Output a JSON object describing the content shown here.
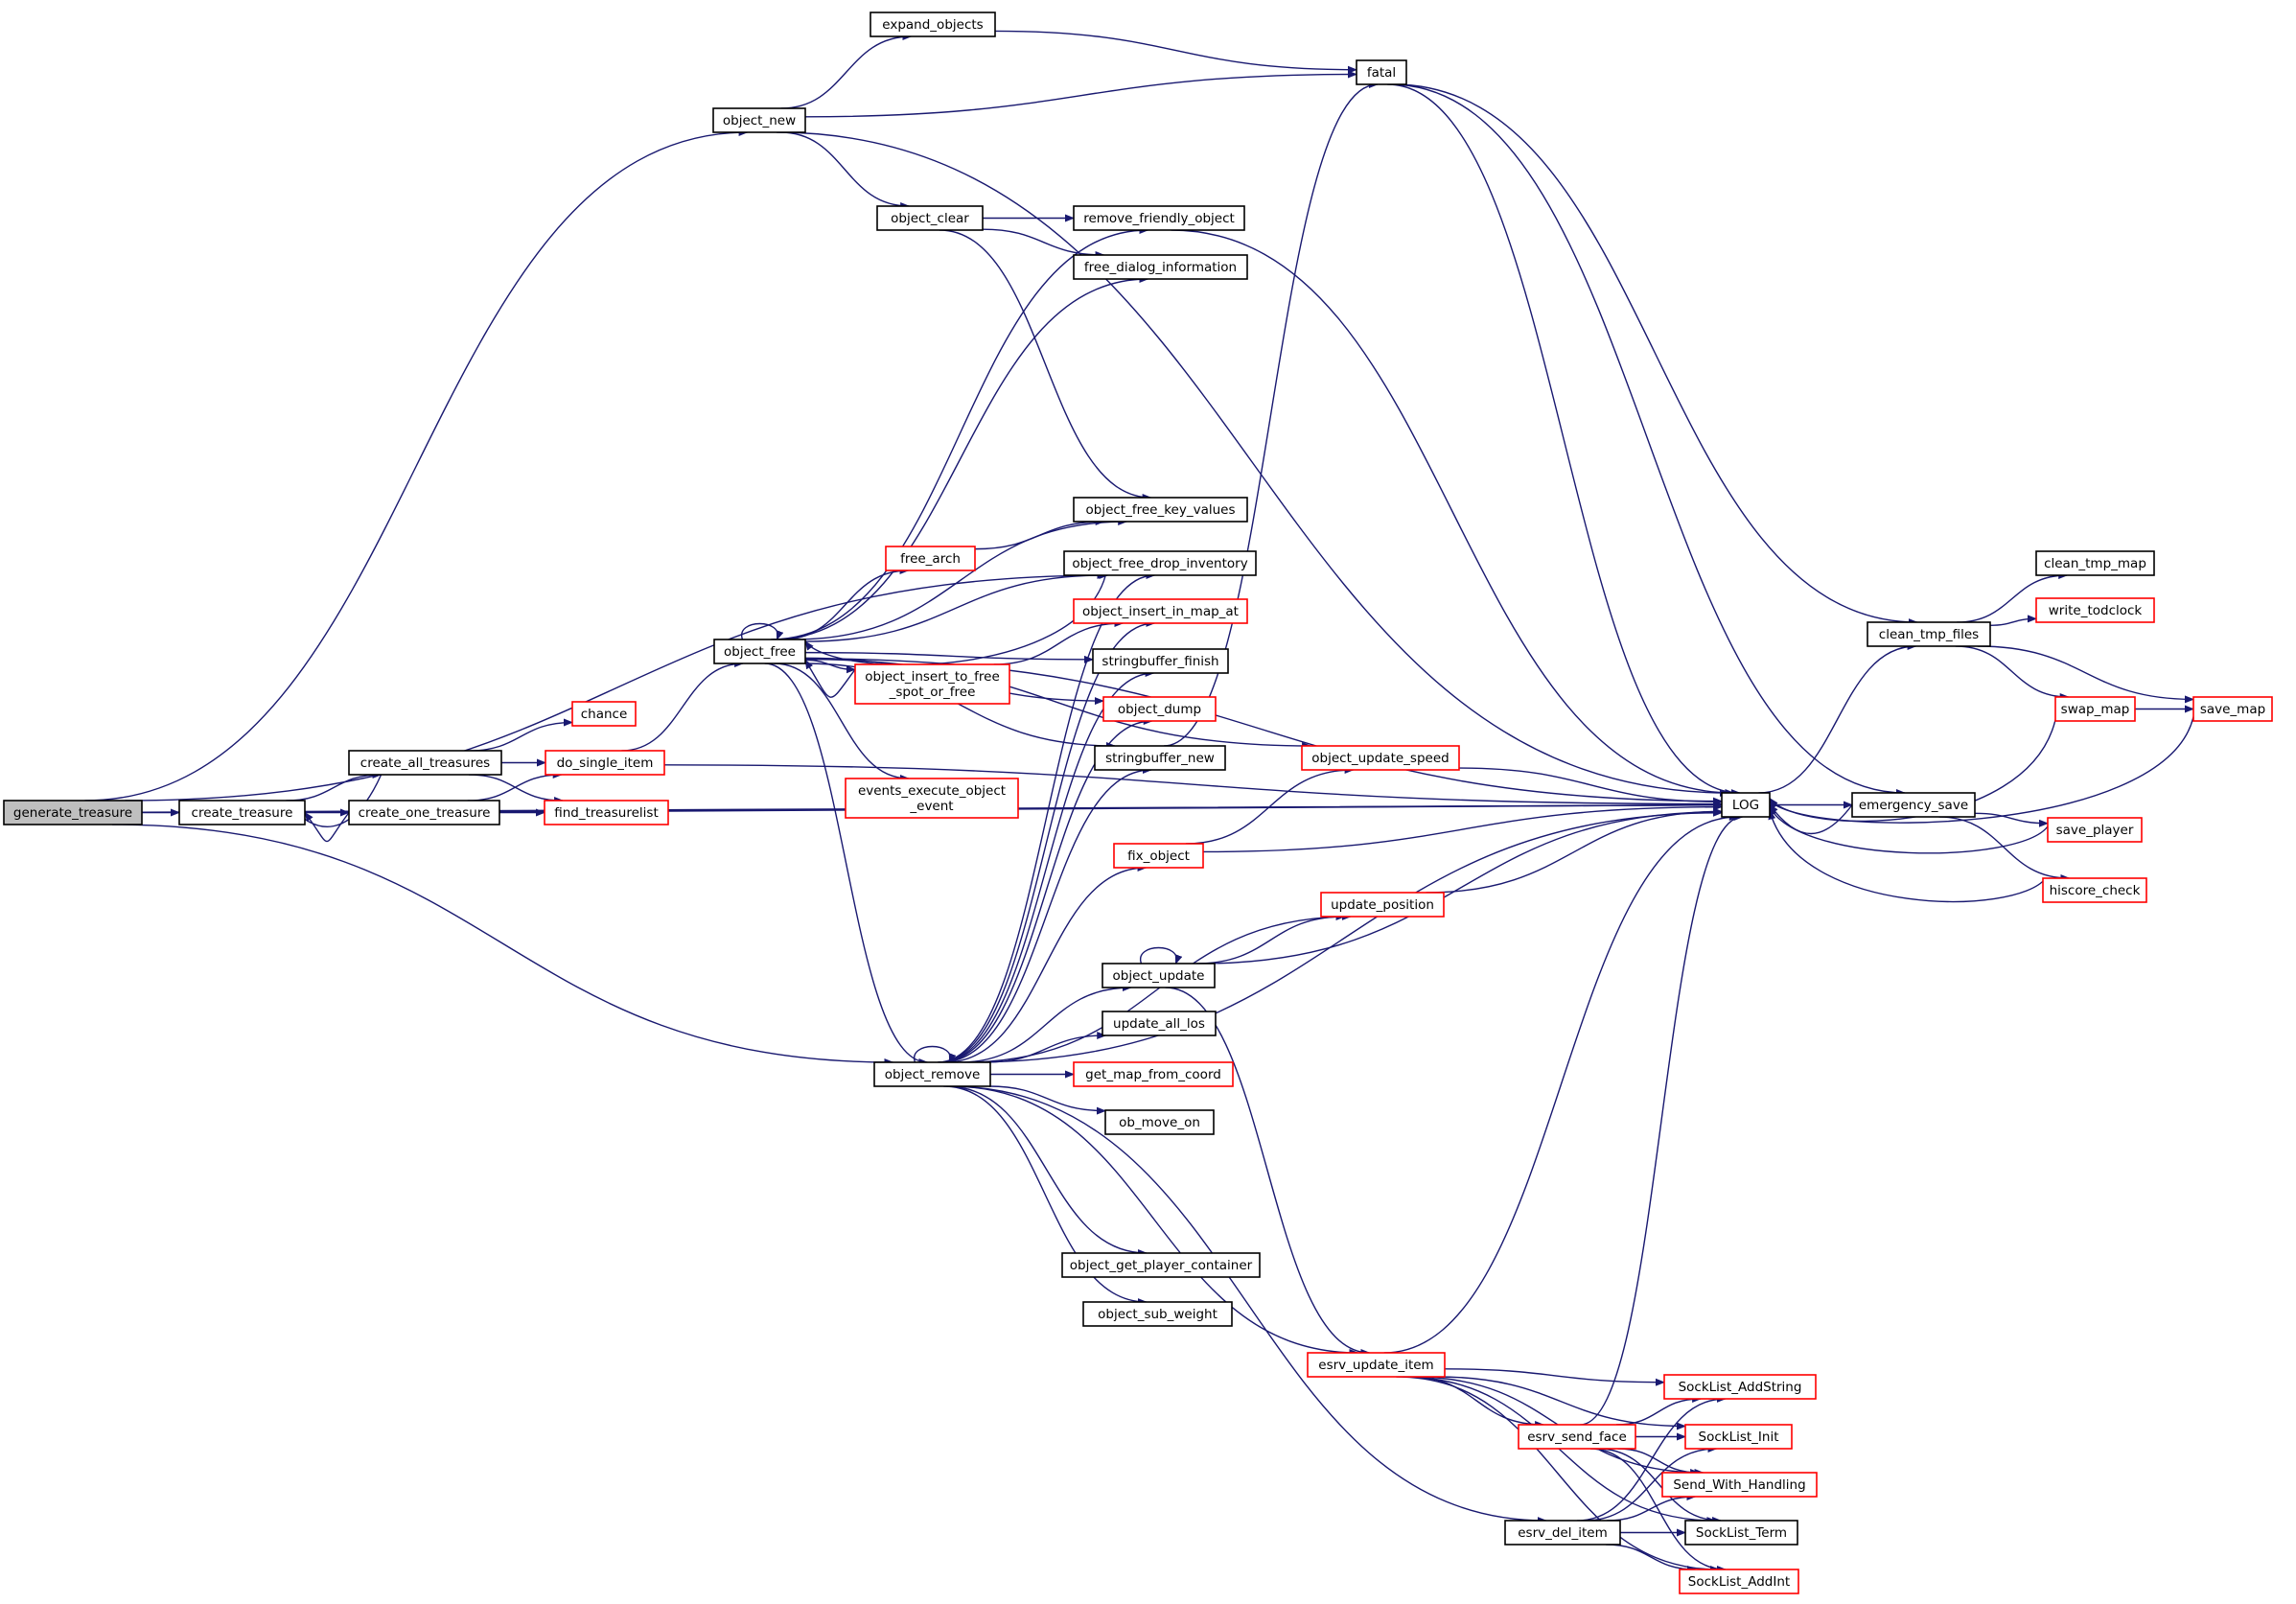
{
  "colors": {
    "edge": "#191970",
    "normal_border": "#000000",
    "truncated_border": "#ff0000",
    "root_fill": "#bfbfbf",
    "node_fill": "#ffffff"
  },
  "nodes": [
    {
      "id": "generate_treasure",
      "lines": [
        "generate_treasure"
      ],
      "style": "root"
    },
    {
      "id": "create_treasure",
      "lines": [
        "create_treasure"
      ],
      "style": "normal"
    },
    {
      "id": "create_all_treasures",
      "lines": [
        "create_all_treasures"
      ],
      "style": "normal"
    },
    {
      "id": "create_one_treasure",
      "lines": [
        "create_one_treasure"
      ],
      "style": "normal"
    },
    {
      "id": "chance",
      "lines": [
        "chance"
      ],
      "style": "truncated"
    },
    {
      "id": "do_single_item",
      "lines": [
        "do_single_item"
      ],
      "style": "truncated"
    },
    {
      "id": "find_treasurelist",
      "lines": [
        "find_treasurelist"
      ],
      "style": "truncated"
    },
    {
      "id": "object_new",
      "lines": [
        "object_new"
      ],
      "style": "normal"
    },
    {
      "id": "expand_objects",
      "lines": [
        "expand_objects"
      ],
      "style": "normal"
    },
    {
      "id": "fatal",
      "lines": [
        "fatal"
      ],
      "style": "normal"
    },
    {
      "id": "object_clear",
      "lines": [
        "object_clear"
      ],
      "style": "normal"
    },
    {
      "id": "remove_friendly_object",
      "lines": [
        "remove_friendly_object"
      ],
      "style": "normal"
    },
    {
      "id": "free_dialog_information",
      "lines": [
        "free_dialog_information"
      ],
      "style": "normal"
    },
    {
      "id": "object_free",
      "lines": [
        "object_free"
      ],
      "style": "normal"
    },
    {
      "id": "free_arch",
      "lines": [
        "free_arch"
      ],
      "style": "truncated"
    },
    {
      "id": "object_free_key_values",
      "lines": [
        "object_free_key_values"
      ],
      "style": "normal"
    },
    {
      "id": "object_free_drop_inventory",
      "lines": [
        "object_free_drop_inventory"
      ],
      "style": "normal"
    },
    {
      "id": "object_insert_in_map_at",
      "lines": [
        "object_insert_in_map_at"
      ],
      "style": "truncated"
    },
    {
      "id": "object_insert_to_free_spot_or_free",
      "lines": [
        "object_insert_to_free",
        "_spot_or_free"
      ],
      "style": "truncated"
    },
    {
      "id": "stringbuffer_finish",
      "lines": [
        "stringbuffer_finish"
      ],
      "style": "normal"
    },
    {
      "id": "object_dump",
      "lines": [
        "object_dump"
      ],
      "style": "truncated"
    },
    {
      "id": "stringbuffer_new",
      "lines": [
        "stringbuffer_new"
      ],
      "style": "normal"
    },
    {
      "id": "events_execute_object_event",
      "lines": [
        "events_execute_object",
        "_event"
      ],
      "style": "truncated"
    },
    {
      "id": "object_update_speed",
      "lines": [
        "object_update_speed"
      ],
      "style": "truncated"
    },
    {
      "id": "fix_object",
      "lines": [
        "fix_object"
      ],
      "style": "truncated"
    },
    {
      "id": "update_position",
      "lines": [
        "update_position"
      ],
      "style": "truncated"
    },
    {
      "id": "object_update",
      "lines": [
        "object_update"
      ],
      "style": "normal"
    },
    {
      "id": "update_all_los",
      "lines": [
        "update_all_los"
      ],
      "style": "normal"
    },
    {
      "id": "object_remove",
      "lines": [
        "object_remove"
      ],
      "style": "normal"
    },
    {
      "id": "get_map_from_coord",
      "lines": [
        "get_map_from_coord"
      ],
      "style": "truncated"
    },
    {
      "id": "ob_move_on",
      "lines": [
        "ob_move_on"
      ],
      "style": "normal"
    },
    {
      "id": "object_get_player_container",
      "lines": [
        "object_get_player_container"
      ],
      "style": "normal"
    },
    {
      "id": "object_sub_weight",
      "lines": [
        "object_sub_weight"
      ],
      "style": "normal"
    },
    {
      "id": "esrv_update_item",
      "lines": [
        "esrv_update_item"
      ],
      "style": "truncated"
    },
    {
      "id": "esrv_send_face",
      "lines": [
        "esrv_send_face"
      ],
      "style": "truncated"
    },
    {
      "id": "esrv_del_item",
      "lines": [
        "esrv_del_item"
      ],
      "style": "normal"
    },
    {
      "id": "SockList_AddString",
      "lines": [
        "SockList_AddString"
      ],
      "style": "truncated"
    },
    {
      "id": "SockList_Init",
      "lines": [
        "SockList_Init"
      ],
      "style": "truncated"
    },
    {
      "id": "Send_With_Handling",
      "lines": [
        "Send_With_Handling"
      ],
      "style": "truncated"
    },
    {
      "id": "SockList_Term",
      "lines": [
        "SockList_Term"
      ],
      "style": "normal"
    },
    {
      "id": "SockList_AddInt",
      "lines": [
        "SockList_AddInt"
      ],
      "style": "truncated"
    },
    {
      "id": "LOG",
      "lines": [
        "LOG"
      ],
      "style": "normal"
    },
    {
      "id": "clean_tmp_files",
      "lines": [
        "clean_tmp_files"
      ],
      "style": "normal"
    },
    {
      "id": "clean_tmp_map",
      "lines": [
        "clean_tmp_map"
      ],
      "style": "normal"
    },
    {
      "id": "write_todclock",
      "lines": [
        "write_todclock"
      ],
      "style": "truncated"
    },
    {
      "id": "swap_map",
      "lines": [
        "swap_map"
      ],
      "style": "truncated"
    },
    {
      "id": "save_map",
      "lines": [
        "save_map"
      ],
      "style": "truncated"
    },
    {
      "id": "emergency_save",
      "lines": [
        "emergency_save"
      ],
      "style": "normal"
    },
    {
      "id": "save_player",
      "lines": [
        "save_player"
      ],
      "style": "truncated"
    },
    {
      "id": "hiscore_check",
      "lines": [
        "hiscore_check"
      ],
      "style": "truncated"
    }
  ],
  "edges": [
    [
      "generate_treasure",
      "create_treasure"
    ],
    [
      "generate_treasure",
      "object_new"
    ],
    [
      "generate_treasure",
      "object_free_drop_inventory"
    ],
    [
      "generate_treasure",
      "object_remove"
    ],
    [
      "generate_treasure",
      "LOG"
    ],
    [
      "create_treasure",
      "create_all_treasures"
    ],
    [
      "create_treasure",
      "create_one_treasure"
    ],
    [
      "create_treasure",
      "LOG"
    ],
    [
      "create_all_treasures",
      "create_treasure"
    ],
    [
      "create_all_treasures",
      "chance"
    ],
    [
      "create_all_treasures",
      "do_single_item"
    ],
    [
      "create_all_treasures",
      "find_treasurelist"
    ],
    [
      "create_one_treasure",
      "create_treasure"
    ],
    [
      "create_one_treasure",
      "do_single_item"
    ],
    [
      "create_one_treasure",
      "find_treasurelist"
    ],
    [
      "create_one_treasure",
      "LOG"
    ],
    [
      "do_single_item",
      "object_free"
    ],
    [
      "do_single_item",
      "LOG"
    ],
    [
      "object_new",
      "expand_objects"
    ],
    [
      "object_new",
      "fatal"
    ],
    [
      "object_new",
      "object_clear"
    ],
    [
      "object_new",
      "LOG"
    ],
    [
      "expand_objects",
      "fatal"
    ],
    [
      "fatal",
      "clean_tmp_files"
    ],
    [
      "fatal",
      "emergency_save"
    ],
    [
      "fatal",
      "LOG"
    ],
    [
      "object_clear",
      "remove_friendly_object"
    ],
    [
      "object_clear",
      "free_dialog_information"
    ],
    [
      "object_clear",
      "object_free_key_values"
    ],
    [
      "remove_friendly_object",
      "LOG"
    ],
    [
      "object_free",
      "object_free"
    ],
    [
      "object_free",
      "remove_friendly_object"
    ],
    [
      "object_free",
      "free_dialog_information"
    ],
    [
      "object_free",
      "LOG"
    ],
    [
      "object_free",
      "object_update_speed"
    ],
    [
      "object_free",
      "object_free_key_values"
    ],
    [
      "object_free",
      "free_arch"
    ],
    [
      "object_free",
      "object_free_drop_inventory"
    ],
    [
      "object_free",
      "object_insert_to_free_spot_or_free"
    ],
    [
      "object_free",
      "stringbuffer_finish"
    ],
    [
      "object_free",
      "object_dump"
    ],
    [
      "object_free",
      "stringbuffer_new"
    ],
    [
      "object_free",
      "events_execute_object_event"
    ],
    [
      "object_free",
      "object_remove"
    ],
    [
      "free_arch",
      "object_free_key_values"
    ],
    [
      "object_free_drop_inventory",
      "object_free"
    ],
    [
      "object_insert_to_free_spot_or_free",
      "object_insert_in_map_at"
    ],
    [
      "object_insert_to_free_spot_or_free",
      "object_free"
    ],
    [
      "stringbuffer_new",
      "fatal"
    ],
    [
      "object_update_speed",
      "LOG"
    ],
    [
      "fix_object",
      "object_update_speed"
    ],
    [
      "fix_object",
      "LOG"
    ],
    [
      "update_position",
      "LOG"
    ],
    [
      "object_update",
      "object_update"
    ],
    [
      "object_update",
      "update_position"
    ],
    [
      "object_update",
      "LOG"
    ],
    [
      "object_update",
      "esrv_update_item"
    ],
    [
      "object_remove",
      "object_remove"
    ],
    [
      "object_remove",
      "object_free_drop_inventory"
    ],
    [
      "object_remove",
      "object_insert_in_map_at"
    ],
    [
      "object_remove",
      "stringbuffer_finish"
    ],
    [
      "object_remove",
      "object_dump"
    ],
    [
      "object_remove",
      "stringbuffer_new"
    ],
    [
      "object_remove",
      "fix_object"
    ],
    [
      "object_remove",
      "update_position"
    ],
    [
      "object_remove",
      "object_update"
    ],
    [
      "object_remove",
      "update_all_los"
    ],
    [
      "object_remove",
      "get_map_from_coord"
    ],
    [
      "object_remove",
      "ob_move_on"
    ],
    [
      "object_remove",
      "object_get_player_container"
    ],
    [
      "object_remove",
      "object_sub_weight"
    ],
    [
      "object_remove",
      "esrv_update_item"
    ],
    [
      "object_remove",
      "esrv_del_item"
    ],
    [
      "object_remove",
      "LOG"
    ],
    [
      "esrv_update_item",
      "SockList_AddString"
    ],
    [
      "esrv_update_item",
      "SockList_Init"
    ],
    [
      "esrv_update_item",
      "esrv_send_face"
    ],
    [
      "esrv_update_item",
      "Send_With_Handling"
    ],
    [
      "esrv_update_item",
      "SockList_Term"
    ],
    [
      "esrv_update_item",
      "SockList_AddInt"
    ],
    [
      "esrv_update_item",
      "LOG"
    ],
    [
      "esrv_send_face",
      "SockList_AddString"
    ],
    [
      "esrv_send_face",
      "SockList_Init"
    ],
    [
      "esrv_send_face",
      "Send_With_Handling"
    ],
    [
      "esrv_send_face",
      "SockList_Term"
    ],
    [
      "esrv_send_face",
      "SockList_AddInt"
    ],
    [
      "esrv_send_face",
      "LOG"
    ],
    [
      "esrv_del_item",
      "SockList_AddString"
    ],
    [
      "esrv_del_item",
      "SockList_Init"
    ],
    [
      "esrv_del_item",
      "Send_With_Handling"
    ],
    [
      "esrv_del_item",
      "SockList_Term"
    ],
    [
      "esrv_del_item",
      "SockList_AddInt"
    ],
    [
      "LOG",
      "clean_tmp_files"
    ],
    [
      "LOG",
      "emergency_save"
    ],
    [
      "clean_tmp_files",
      "clean_tmp_map"
    ],
    [
      "clean_tmp_files",
      "write_todclock"
    ],
    [
      "clean_tmp_files",
      "swap_map"
    ],
    [
      "clean_tmp_files",
      "save_map"
    ],
    [
      "swap_map",
      "save_map"
    ],
    [
      "swap_map",
      "LOG"
    ],
    [
      "save_map",
      "LOG"
    ],
    [
      "emergency_save",
      "LOG"
    ],
    [
      "emergency_save",
      "save_player"
    ],
    [
      "emergency_save",
      "hiscore_check"
    ],
    [
      "save_player",
      "LOG"
    ],
    [
      "hiscore_check",
      "LOG"
    ]
  ]
}
